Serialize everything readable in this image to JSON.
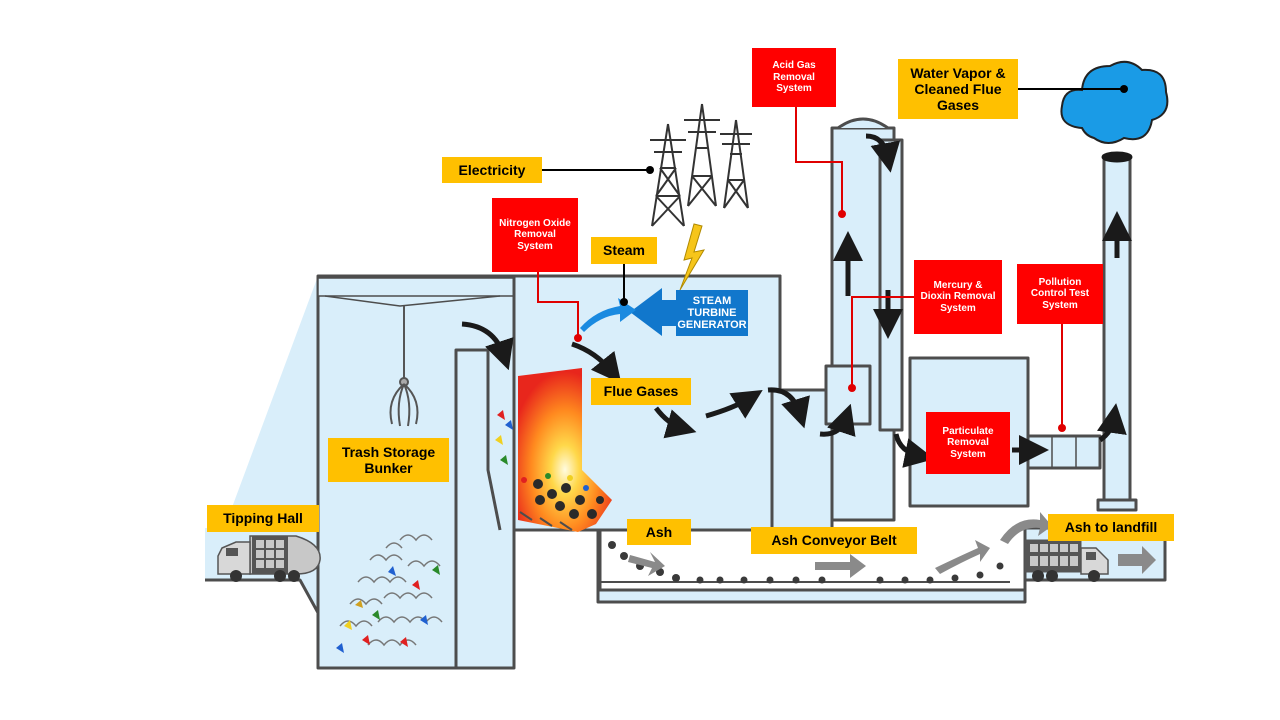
{
  "labels": {
    "electricity": "Electricity",
    "steam": "Steam",
    "nox": "Nitrogen Oxide Removal System",
    "acid_gas": "Acid Gas Removal System",
    "water_vapor": "Water Vapor & Cleaned Flue Gases",
    "mercury": "Mercury & Dioxin Removal System",
    "pollution_test": "Pollution Control Test System",
    "flue_gases": "Flue Gases",
    "particulate": "Particulate Removal System",
    "trash_bunker": "Trash Storage Bunker",
    "tipping_hall": "Tipping Hall",
    "ash": "Ash",
    "ash_conveyor": "Ash Conveyor Belt",
    "ash_landfill": "Ash to landfill"
  },
  "turbine": {
    "line1": "STEAM",
    "line2": "TURBINE",
    "line3": "GENERATOR"
  },
  "colors": {
    "plant_fill": "#d9eefa",
    "outline": "#4d4d4d",
    "yellow_label": "#ffc000",
    "red_label": "#ff0000",
    "turbine_blue": "#1177cc",
    "cloud_blue": "#1a9be6"
  }
}
